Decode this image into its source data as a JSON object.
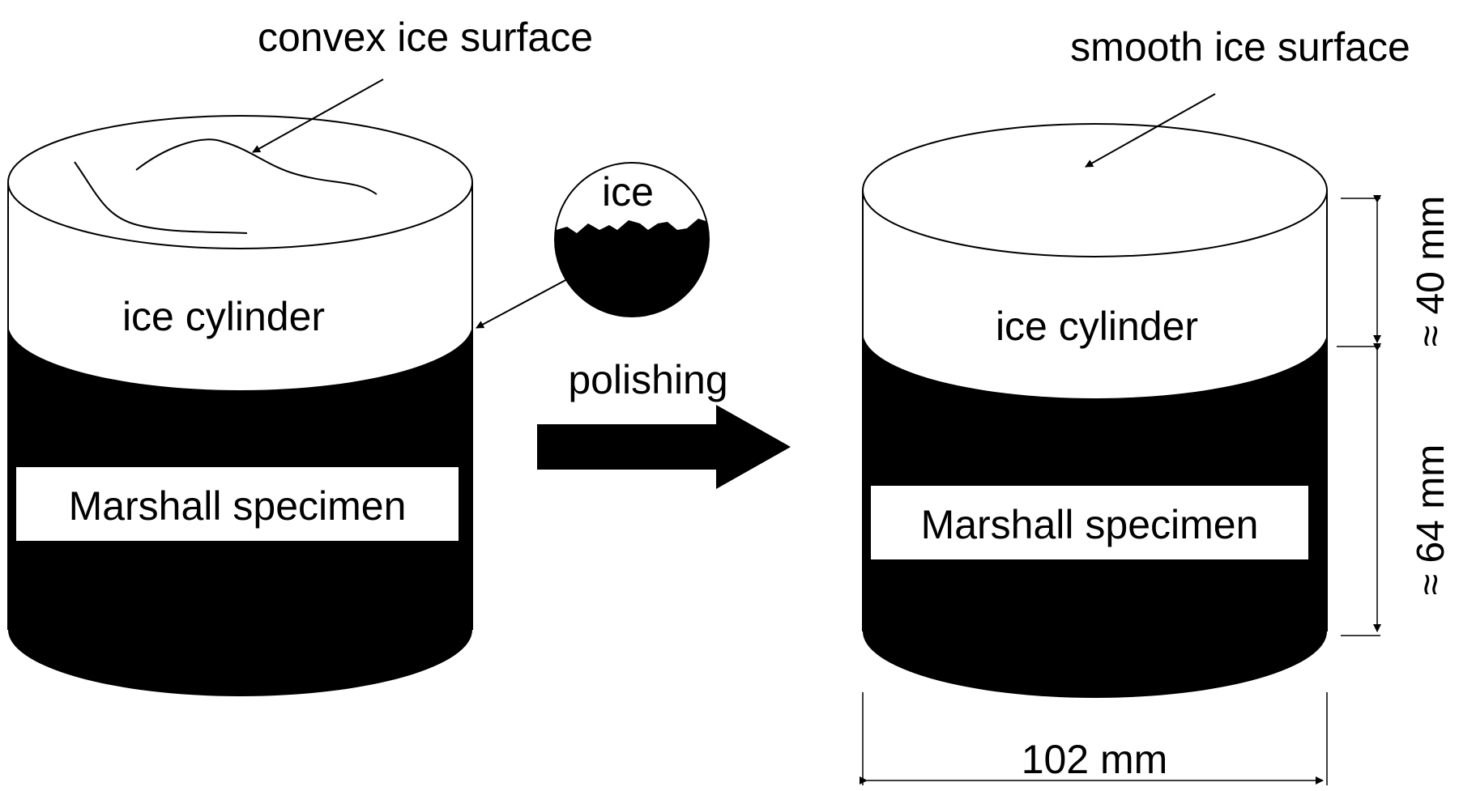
{
  "left_cylinder": {
    "top_annotation": "convex ice surface",
    "ice_label": "ice cylinder",
    "specimen_label": "Marshall specimen"
  },
  "detail_callout": {
    "label": "ice"
  },
  "process": {
    "label": "polishing"
  },
  "right_cylinder": {
    "top_annotation": "smooth ice surface",
    "ice_label": "ice cylinder",
    "specimen_label": "Marshall specimen"
  },
  "dimensions": {
    "ice_height": "≈ 40 mm",
    "specimen_height": "≈ 64 mm",
    "diameter": "102 mm"
  },
  "colors": {
    "ink": "#000000",
    "paper": "#ffffff"
  }
}
